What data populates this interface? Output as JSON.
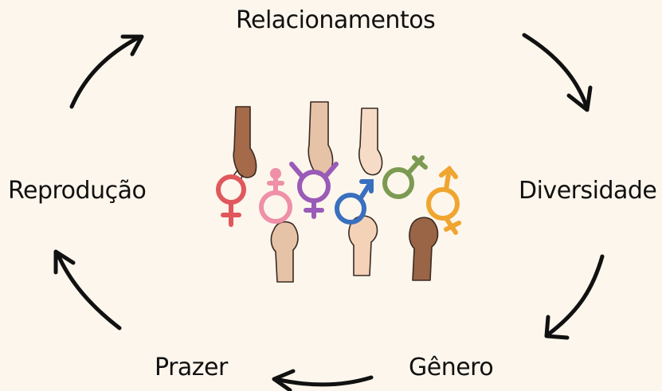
{
  "cycle": {
    "nodes": [
      {
        "label": "Relacionamentos"
      },
      {
        "label": "Diversidade"
      },
      {
        "label": "Gênero"
      },
      {
        "label": "Prazer"
      },
      {
        "label": "Reprodução"
      }
    ]
  },
  "colors": {
    "background": "#fcf6ec",
    "arrow": "#111111",
    "female_symbol": "#e0585c",
    "transgender_pink": "#ef8fa8",
    "transgender_purple": "#9a5bb8",
    "male_symbol": "#3a6fbf",
    "green_symbol": "#7d9a52",
    "orange_symbol": "#f0a530"
  },
  "illustration": {
    "icon": "hands-holding-gender-symbols-illustration"
  }
}
